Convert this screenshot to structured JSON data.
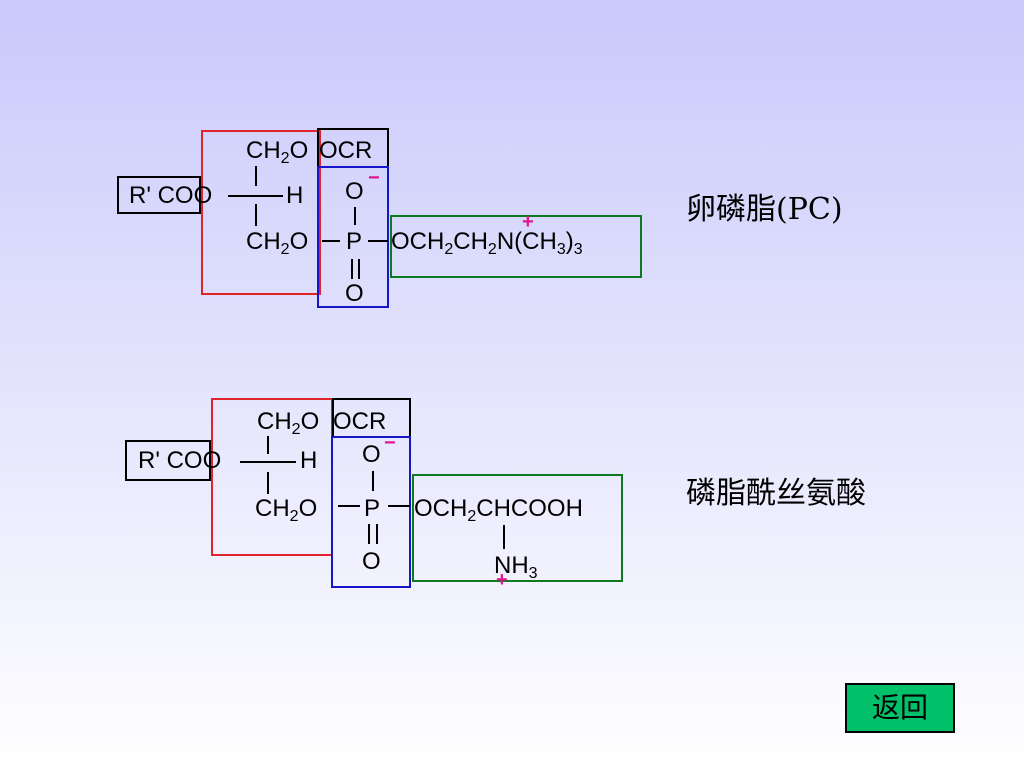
{
  "pc": {
    "label": "卵磷脂(PC)",
    "rcoo": "R' COO",
    "hydrogen": "H",
    "ch2_top": "CH",
    "ch2_top_sub": "2",
    "ch2_top_o": "O",
    "ocr": "OCR",
    "o_minus": "O",
    "ch2_bottom": "CH",
    "ch2_bottom_sub": "2",
    "ch2_bottom_o": "O",
    "phosphorus": "P",
    "o_double": "O",
    "choline": {
      "a": "OCH",
      "s1": "2",
      "b": "CH",
      "s2": "2",
      "c": "N(CH",
      "s3": "3",
      "d": ")",
      "s4": "3"
    },
    "minus": "−",
    "plus": "+"
  },
  "ps": {
    "label": "磷脂酰丝氨酸",
    "rcoo": "R' COO",
    "hydrogen": "H",
    "ch2_top": "CH",
    "ch2_top_sub": "2",
    "ch2_top_o": "O",
    "ocr": "OCR",
    "o_minus": "O",
    "ch2_bottom": "CH",
    "ch2_bottom_sub": "2",
    "ch2_bottom_o": "O",
    "phosphorus": "P",
    "o_double": "O",
    "serine": {
      "a": "OCH",
      "s1": "2",
      "b": "CHCOOH"
    },
    "nh3": "NH",
    "nh3_sub": "3",
    "minus": "−",
    "plus": "+"
  },
  "back_button": "返回"
}
